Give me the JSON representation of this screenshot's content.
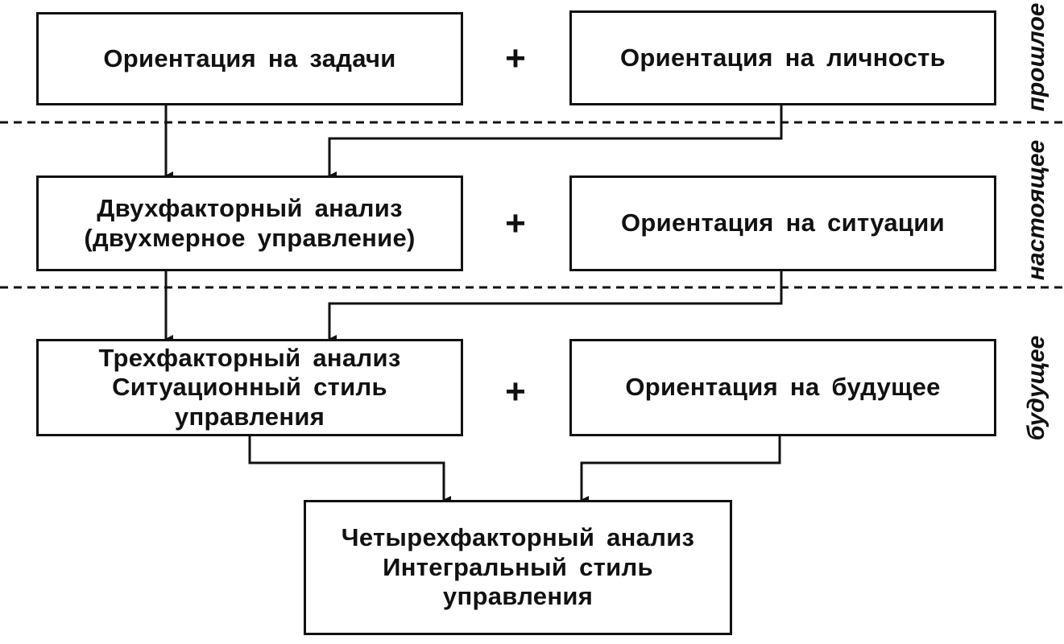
{
  "boxes": {
    "task_orientation": "Ориентация на задачи",
    "personality_orientation": "Ориентация на личность",
    "two_factor": "Двухфакторный анализ\n(двухмерное управление)",
    "situation_orientation": "Ориентация на ситуации",
    "three_factor": "Трехфакторный анализ\nСитуационный стиль\nуправления",
    "future_orientation": "Ориентация на будущее",
    "four_factor": "Четырехфакторный анализ\nИнтегральный стиль\nуправления"
  },
  "plus_sign": "+",
  "eras": {
    "past": "прошлое",
    "present": "настоящее",
    "future": "будущее"
  },
  "colors": {
    "line": "#111111",
    "background": "#ffffff"
  }
}
